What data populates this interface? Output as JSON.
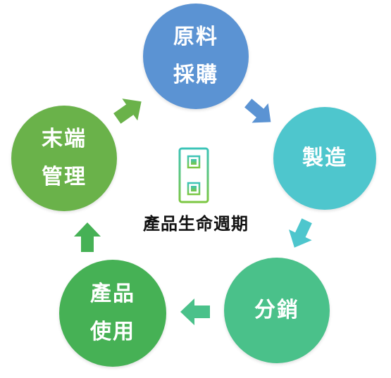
{
  "center": {
    "title": "產品生命週期",
    "icon": "circuit-chip-icon"
  },
  "stages": [
    {
      "id": "raw",
      "line1": "原料",
      "line2": "採購",
      "color": "#5b93d3"
    },
    {
      "id": "mfg",
      "line1": "製造",
      "line2": "",
      "color": "#4ec6cd"
    },
    {
      "id": "dist",
      "line1": "分銷",
      "line2": "",
      "color": "#4ac18a"
    },
    {
      "id": "use",
      "line1": "產品",
      "line2": "使用",
      "color": "#46b155"
    },
    {
      "id": "eol",
      "line1": "末端",
      "line2": "管理",
      "color": "#6ab24a"
    }
  ],
  "arrows": [
    {
      "from": "raw",
      "to": "mfg",
      "color": "#5b93d3"
    },
    {
      "from": "mfg",
      "to": "dist",
      "color": "#4ec6cd"
    },
    {
      "from": "dist",
      "to": "use",
      "color": "#4ac18a"
    },
    {
      "from": "use",
      "to": "eol",
      "color": "#46b155"
    },
    {
      "from": "eol",
      "to": "raw",
      "color": "#6ab24a"
    }
  ]
}
